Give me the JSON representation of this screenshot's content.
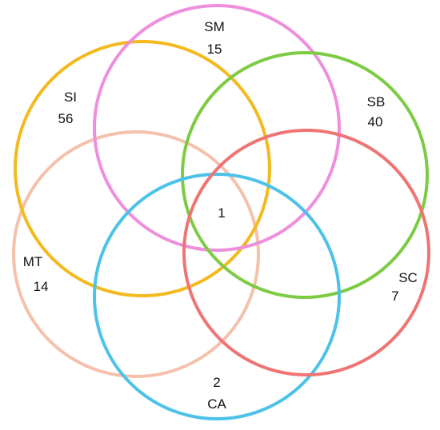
{
  "sets": [
    {
      "key": "SM",
      "label": "SM",
      "count": "15",
      "color": "#EE8FDD"
    },
    {
      "key": "SI",
      "label": "SI",
      "count": "56",
      "color": "#F4B91F"
    },
    {
      "key": "SB",
      "label": "SB",
      "count": "40",
      "color": "#7DCB44"
    },
    {
      "key": "MT",
      "label": "MT",
      "count": "14",
      "color": "#F5C1AB"
    },
    {
      "key": "SC",
      "label": "SC",
      "count": "7",
      "color": "#EF7474"
    },
    {
      "key": "CA",
      "label": "CA",
      "count": "2",
      "color": "#4DC2E9"
    }
  ],
  "intersection": {
    "count": "1"
  }
}
